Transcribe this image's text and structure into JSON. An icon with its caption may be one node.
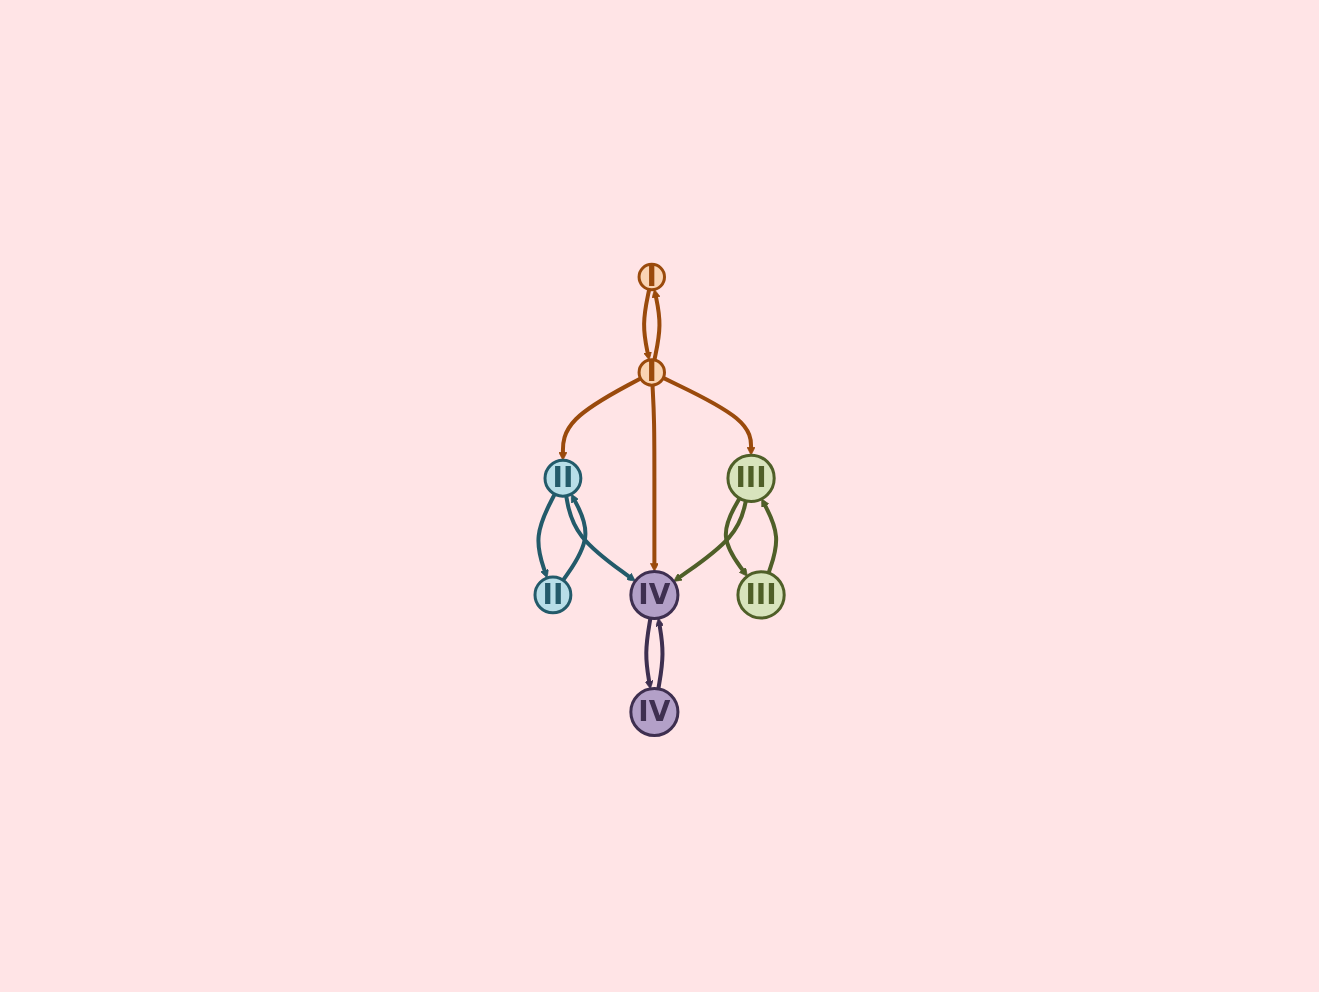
{
  "diagram": {
    "nodes": [
      {
        "text": [
          "I"
        ]
      },
      {
        "text": [
          "I"
        ]
      },
      {
        "text": [
          "II"
        ]
      },
      {
        "text": [
          "II"
        ]
      },
      {
        "text": [
          "III"
        ]
      },
      {
        "text": [
          "III"
        ]
      },
      {
        "text": [
          "IV"
        ]
      },
      {
        "text": [
          "IV"
        ]
      }
    ],
    "edges": [
      {
        "from": 1,
        "to": 0,
        "arrow": "to"
      },
      {
        "from": 0,
        "to": 1,
        "arrow": "to"
      },
      {
        "from": 1,
        "to": 3,
        "arrow": "to"
      },
      {
        "from": 1,
        "to": 6,
        "arrow": "to"
      },
      {
        "from": 1,
        "to": 4,
        "arrow": "to"
      },
      {
        "from": 2,
        "to": 3,
        "arrow": "to",
        "color": "#235a6a"
      },
      {
        "from": 3,
        "to": 2,
        "arrow": "to",
        "color": "#235a6a"
      },
      {
        "from": 3,
        "to": 6,
        "arrow": "to",
        "color": "#235a6a"
      },
      {
        "from": 4,
        "to": 5,
        "arrow": "to",
        "color": "#4f5f28"
      },
      {
        "from": 5,
        "to": 4,
        "arrow": "to",
        "color": "#4f5f28"
      },
      {
        "from": 4,
        "to": 6,
        "arrow": "to",
        "color": "#4f5f28"
      },
      {
        "from": 7,
        "to": 6,
        "arrow": "to",
        "color": "#3e2f50"
      },
      {
        "from": 6,
        "to": 7,
        "arrow": "to",
        "color": "#3e2f50"
      }
    ]
  }
}
